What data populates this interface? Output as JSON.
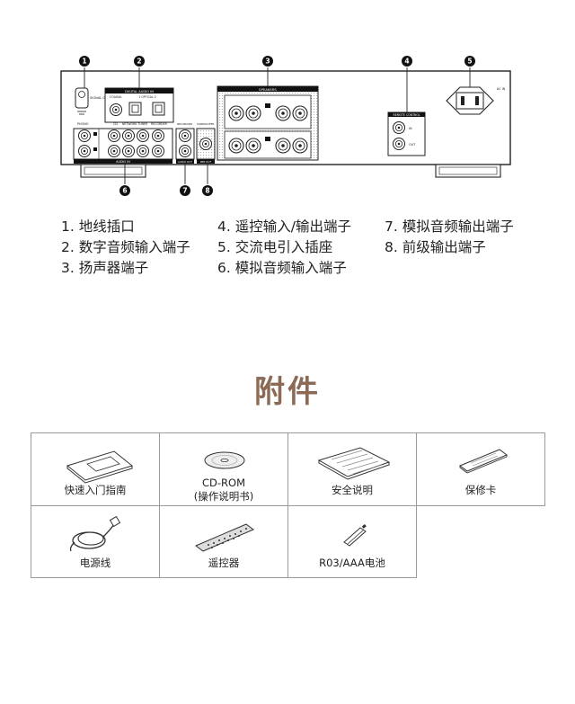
{
  "diagram": {
    "callouts": [
      "1",
      "2",
      "3",
      "4",
      "5",
      "6",
      "7",
      "8"
    ],
    "panel_labels": {
      "signal_gnd": "SIGNAL GND",
      "digital_audio_in": "DIGITAL AUDIO IN",
      "coaxial": "COAXIAL",
      "optical": "1  OPTICAL  2",
      "speakers": "SPEAKERS",
      "remote_control": "REMOTE CONTROL",
      "in": "IN",
      "out": "OUT",
      "ac_in": "AC IN",
      "phono": "PHONO",
      "cd": "CD",
      "network_tuner": "NETWORK TUNER",
      "recorder_in": "RECORDER",
      "recorder_out": "RECORDER",
      "subwoofer": "SUBWOOFER",
      "audio_in": "AUDIO IN",
      "audio_out": "AUDIO OUT",
      "pre_out": "PRE OUT"
    }
  },
  "legend": {
    "col1": [
      "1. 地线插口",
      "2. 数字音频输入端子",
      "3. 扬声器端子"
    ],
    "col2": [
      "4. 遥控输入/输出端子",
      "5. 交流电引入插座",
      "6. 模拟音频输入端子"
    ],
    "col3": [
      "7. 模拟音频输出端子",
      "8. 前级输出端子"
    ]
  },
  "accessories": {
    "title": "附件",
    "items": [
      {
        "label": "快速入门指南",
        "icon": "quick-start-guide-icon"
      },
      {
        "label": "CD-ROM\n(操作说明书)",
        "icon": "cd-rom-icon"
      },
      {
        "label": "安全说明",
        "icon": "safety-instructions-icon"
      },
      {
        "label": "保修卡",
        "icon": "warranty-card-icon"
      },
      {
        "label": "电源线",
        "icon": "power-cord-icon"
      },
      {
        "label": "遥控器",
        "icon": "remote-control-icon"
      },
      {
        "label": "R03/AAA电池",
        "icon": "battery-icon"
      }
    ]
  },
  "colors": {
    "title": "#8c6a55",
    "border": "#9a9a9a",
    "diagram_line": "#222222"
  }
}
